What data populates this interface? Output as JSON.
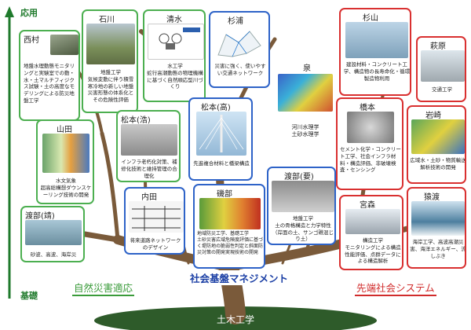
{
  "axis": {
    "top": "応用",
    "bottom": "基礎"
  },
  "categories": {
    "natural": "自然災害適応",
    "infra": "社会基盤マネジメント",
    "advanced": "先端社会システム"
  },
  "root": "土木工学",
  "cards": {
    "nishimura": {
      "name": "西村",
      "desc": "地盤水理動態モニタリングと実験室での動・水・土マルチフィジクス試験・土の高度なモデリングによる防災地盤工学"
    },
    "ishikawa": {
      "name": "石川",
      "desc": "地盤工学\n気候変動に伴う積雪寒冷地の新しい地盤災害形態の体系化とその危険性評価"
    },
    "shimizu": {
      "name": "清水",
      "desc": "水工学\n蛇行高潮動態の物理機構に基づく自然順応型川づくり"
    },
    "sugiura": {
      "name": "杉浦",
      "desc": "災害に強く、使いやすい交通ネットワーク"
    },
    "sugiyama": {
      "name": "杉山",
      "desc": "建設材料・コンクリート工学、構造物の長寿命化・循環製造物利用"
    },
    "hagiwara": {
      "name": "萩原",
      "desc": "交通工学"
    },
    "yamada": {
      "name": "山田",
      "desc": "水文気象\n超高総構想ダウンスケーリング技術の開発"
    },
    "matsumoto_hiro": {
      "name": "松本(浩)",
      "desc": "インフラ老朽化対策、補修化技術と維持管理の合理化"
    },
    "matsumoto_taka": {
      "name": "松本(高)",
      "desc": "先進複合材料と橋梁構造"
    },
    "izumi": {
      "name": "泉",
      "desc": "河川水理学\n土砂水理学"
    },
    "hashimoto": {
      "name": "橋本",
      "desc": "セメント化学・コンクリート工学、社会インフラ材料・構造評価、非破壊検査・センシング"
    },
    "iwasaki": {
      "name": "岩崎",
      "desc": "広域水・土砂・物質輸送解析技術の開発"
    },
    "uchida": {
      "name": "内田",
      "desc": "将来道路ネットワークのデザイン"
    },
    "watanabe_yo": {
      "name": "渡部(要)",
      "desc": "地盤工学\n土の骨格構造と力学特性（岸面の土、サンゴ礁混じり土）"
    },
    "isobe": {
      "name": "磯部",
      "desc": "地域防災工学、基礎工学\n土砂災害広域危険度評価に基づく堤防地の脆弱性判定と斜面防災対策の開発実現技術の開発"
    },
    "watanabe_sei": {
      "name": "渡部(靖)",
      "desc": "砂波、高波、海岸災"
    },
    "miyamori": {
      "name": "宮森",
      "desc": "構造工学\nモニタリングによる構造性能評価、点群データによる構造解析"
    },
    "sarugakubo": {
      "name": "猿渡",
      "desc": "海岸工学、高波高潮災害、海洋エネルギー、流しぶき"
    }
  },
  "colors": {
    "natural": "#3a9b3a",
    "infra": "#2e63c8",
    "advanced": "#d93030",
    "trunk": "#7a5a3a",
    "ground": "#2e5b2a"
  }
}
